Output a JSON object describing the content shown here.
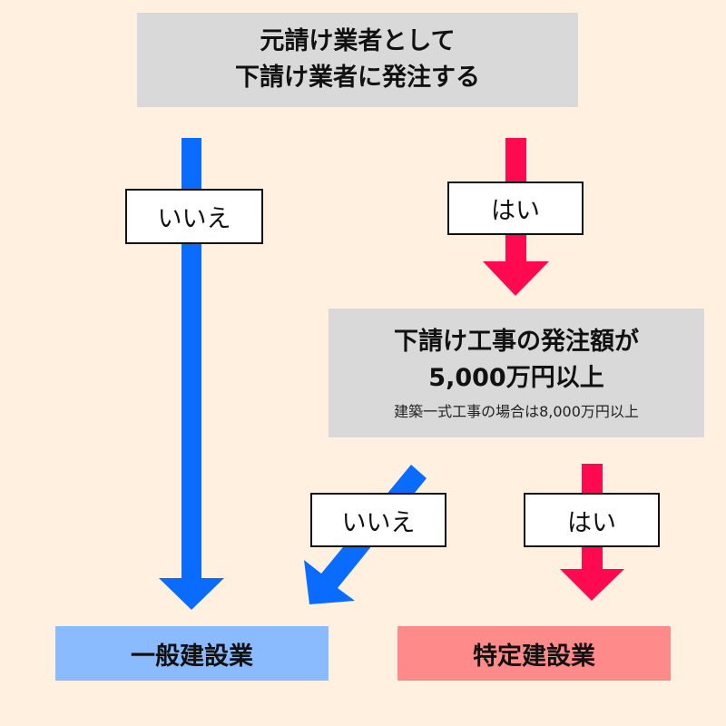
{
  "colors": {
    "background": "#FFF0DF",
    "question_box": "#D9D9D9",
    "no_arrow": "#0A6CFF",
    "yes_arrow": "#FF0A50",
    "general_result": "#8ABAFF",
    "special_result": "#FF8A8A"
  },
  "question1": {
    "line1": "元請け業者として",
    "line2": "下請け業者に発注する"
  },
  "question2": {
    "line1": "下請け工事の発注額が",
    "line2": "5,000万円以上",
    "note": "建築一式工事の場合は8,000万円以上"
  },
  "branches": {
    "q1_no": "いいえ",
    "q1_yes": "はい",
    "q2_no": "いいえ",
    "q2_yes": "はい"
  },
  "results": {
    "general": "一般建設業",
    "special": "特定建設業"
  }
}
